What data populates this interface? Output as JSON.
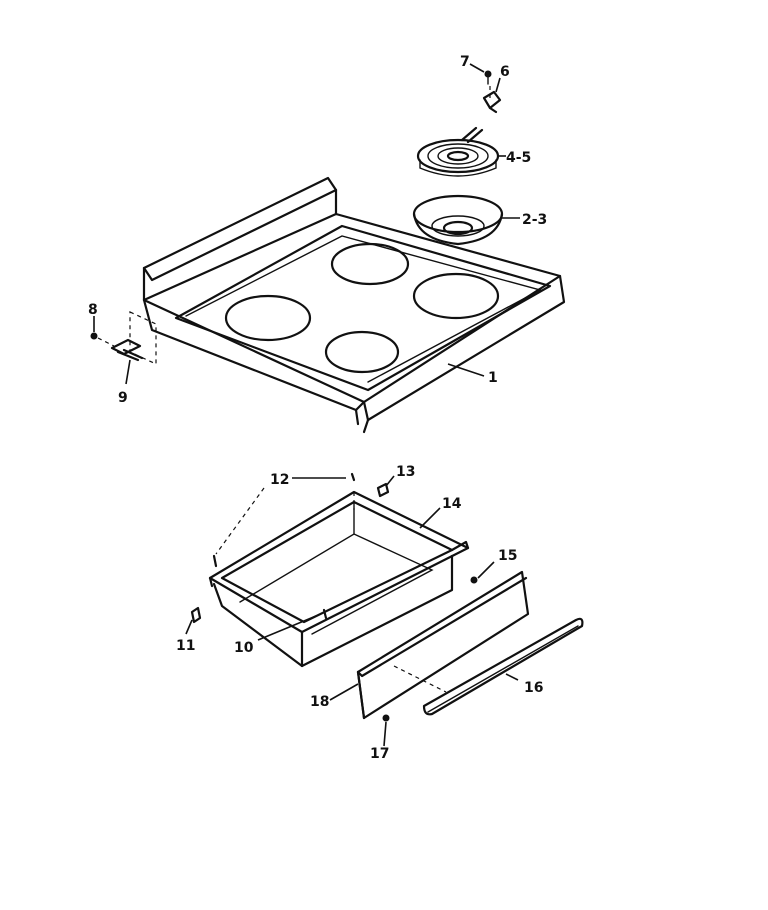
{
  "header": {
    "corner_text": ""
  },
  "callouts": {
    "c1": "1",
    "c2_3": "2-3",
    "c4_5": "4-5",
    "c6": "6",
    "c7": "7",
    "c8": "8",
    "c9": "9",
    "c10": "10",
    "c11": "11",
    "c12": "12",
    "c13": "13",
    "c14": "14",
    "c15": "15",
    "c16": "16",
    "c17": "17",
    "c18": "18"
  }
}
